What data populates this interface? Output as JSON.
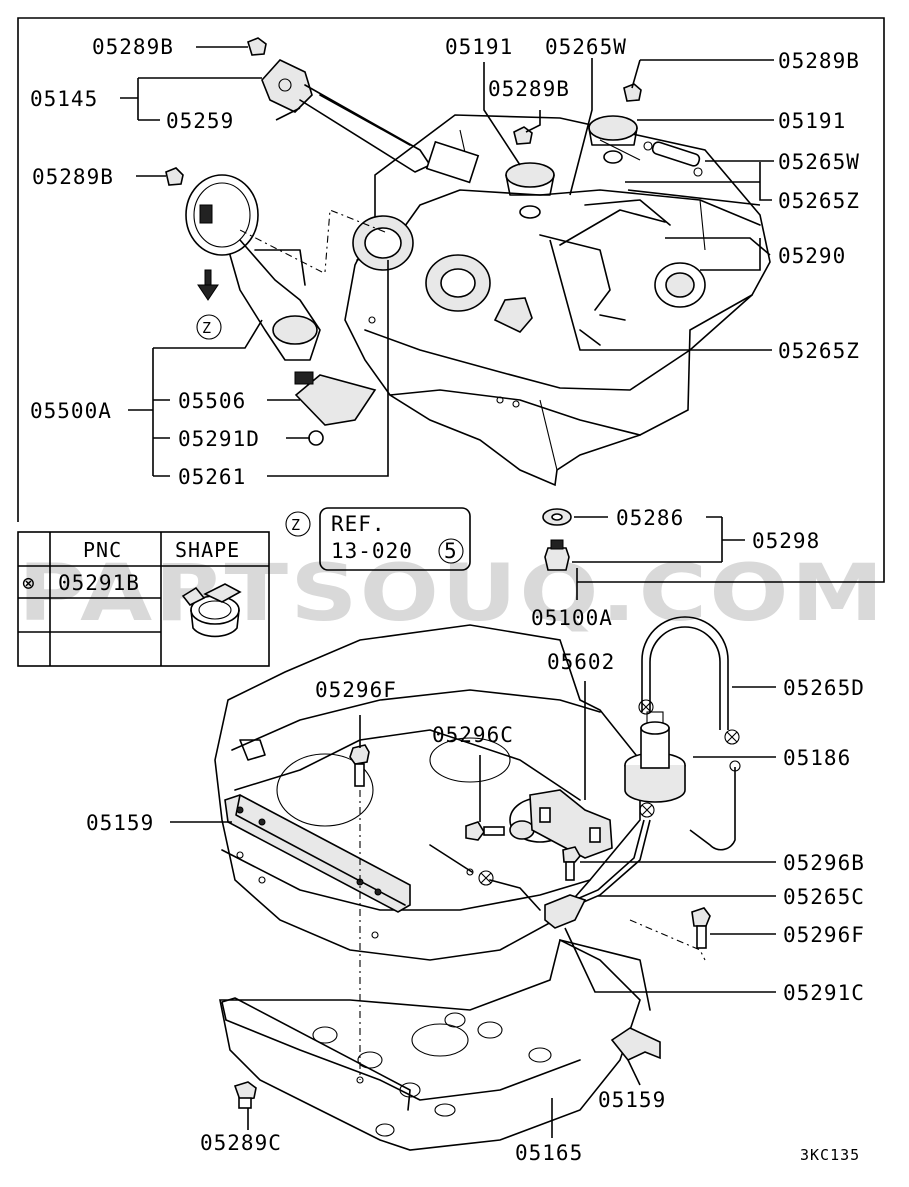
{
  "watermark": "PARTSOUQ.COM",
  "drawing_code": "3KC135",
  "callouts": {
    "c05289B_a": "05289B",
    "c05145": "05145",
    "c05259": "05259",
    "c05289B_b": "05289B",
    "c05191_top": "05191",
    "c05265W_top": "05265W",
    "c05289B_c": "05289B",
    "c05289B_d": "05289B",
    "c05191_right": "05191",
    "c05265W_right": "05265W",
    "c05265Z_a": "05265Z",
    "c05290": "05290",
    "c05265Z_b": "05265Z",
    "c05500A": "05500A",
    "c05506": "05506",
    "c05291D": "05291D",
    "c05261": "05261",
    "c05286": "05286",
    "c05298": "05298",
    "c05100A": "05100A",
    "c05602": "05602",
    "c05265D": "05265D",
    "c05296F_top": "05296F",
    "c05296C": "05296C",
    "c05186": "05186",
    "c05159_left": "05159",
    "c05296B": "05296B",
    "c05265C": "05265C",
    "c05296F_right": "05296F",
    "c05291C": "05291C",
    "c05159_bottom": "05159",
    "c05289C": "05289C",
    "c05165": "05165"
  },
  "view_marker": "Z",
  "reference": {
    "marker": "Z",
    "line1": "REF.",
    "line2": "13-020",
    "circle": "5"
  },
  "legend": {
    "col_pnc": "PNC",
    "col_shape": "SHAPE",
    "row_symbol": "⊗",
    "row_pnc": "05291B"
  },
  "icons": [
    "clamp-shape-icon",
    "cross-circle-symbol-icon",
    "arrow-down-icon"
  ]
}
